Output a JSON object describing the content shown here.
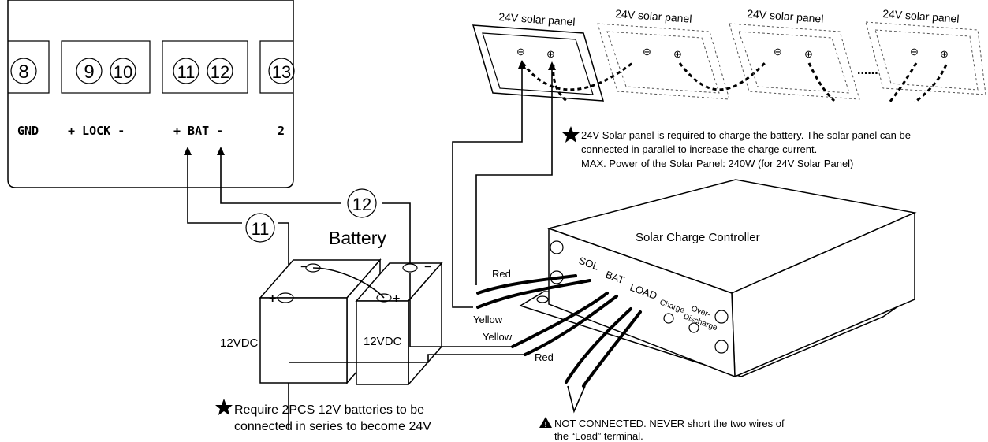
{
  "terminal_block": {
    "numbers": [
      "8",
      "9",
      "10",
      "11",
      "12",
      "13"
    ],
    "labels": {
      "gnd": "GND",
      "lock": "+ LOCK -",
      "bat": "+ BAT -",
      "next": "2"
    }
  },
  "wire_markers": {
    "pos": "11",
    "neg": "12"
  },
  "battery": {
    "title": "Battery",
    "left_label": "12VDC",
    "right_label": "12VDC",
    "plus": "+",
    "minus": "−",
    "note_line1": "Require 2PCS 12V batteries to be",
    "note_line2": "connected in series to become 24V"
  },
  "solar": {
    "panel_label": "24V solar panel",
    "ellipsis": "......",
    "note_line1": "24V Solar panel is required to charge the battery. The solar panel can be",
    "note_line2": "connected in parallel to increase the charge current.",
    "note_line3": "MAX. Power of the Solar Panel: 240W (for 24V Solar Panel)"
  },
  "controller": {
    "title": "Solar Charge Controller",
    "terminal_sol": "SOL",
    "terminal_bat": "BAT",
    "terminal_load": "LOAD",
    "led_charge": "Charge",
    "led_over_1": "Over-",
    "led_over_2": "Discharge"
  },
  "wire_labels": {
    "red_top": "Red",
    "yellow_1": "Yellow",
    "yellow_2": "Yellow",
    "red_bottom": "Red"
  },
  "load_note": {
    "line1": "NOT CONNECTED. NEVER short the two wires of",
    "line2": "the “Load” terminal."
  },
  "icons": {
    "note_marker": "star-icon",
    "warning": "warning-triangle-icon"
  }
}
